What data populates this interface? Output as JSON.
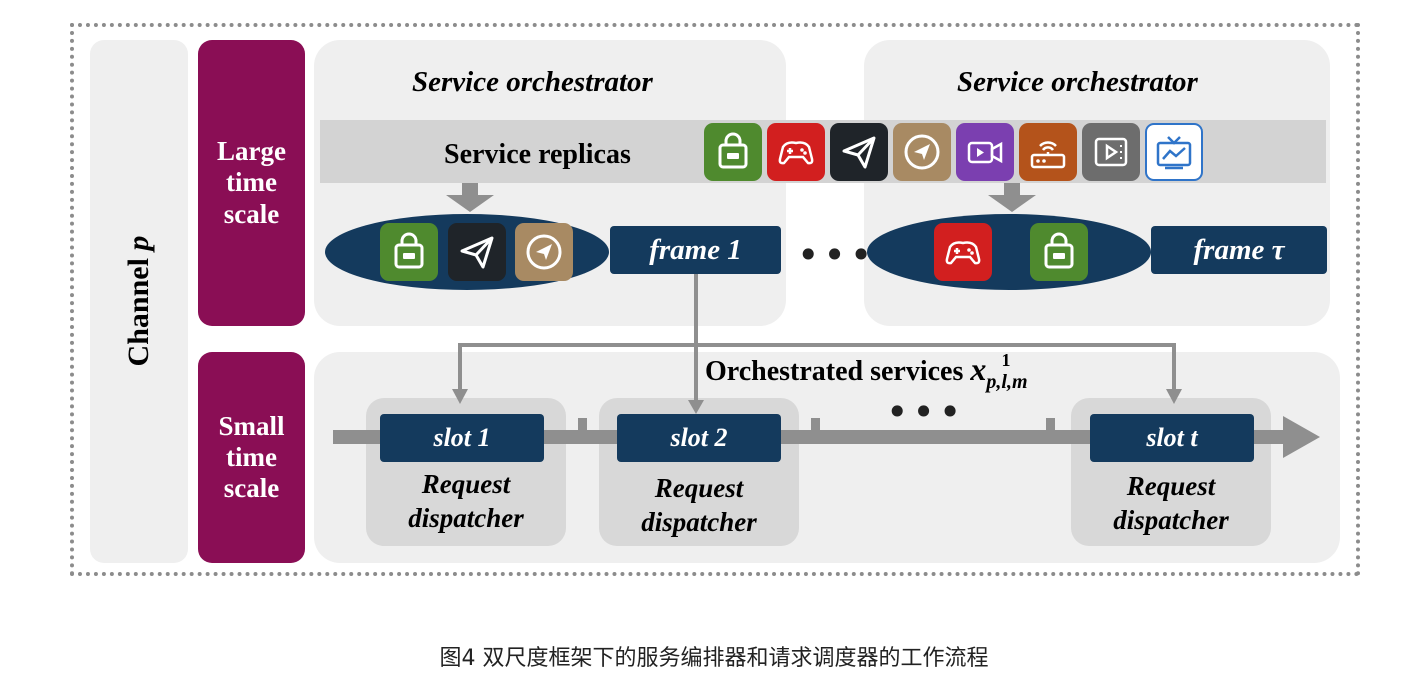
{
  "channel_label_prefix": "Channel",
  "channel_label_var": "p",
  "large_scale": {
    "line1": "Large",
    "line2": "time",
    "line3": "scale"
  },
  "small_scale": {
    "line1": "Small",
    "line2": "time",
    "line3": "scale"
  },
  "orchestrator_left_title": "Service orchestrator",
  "orchestrator_right_title": "Service orchestrator",
  "service_replicas_label": "Service replicas",
  "replica_icons": [
    {
      "name": "shopping-bag-icon",
      "color": "#4f8a2e"
    },
    {
      "name": "gamepad-icon",
      "color": "#d21f1f"
    },
    {
      "name": "paper-plane-icon",
      "color": "#1f2429"
    },
    {
      "name": "navigation-icon",
      "color": "#a88a63"
    },
    {
      "name": "video-camera-icon",
      "color": "#7b3fb0"
    },
    {
      "name": "router-icon",
      "color": "#b4531b"
    },
    {
      "name": "video-player-icon",
      "color": "#6d6d6d"
    },
    {
      "name": "tv-icon",
      "color": "#2f74c9"
    }
  ],
  "frame1_label": "frame 1",
  "frametau_label": "frame τ",
  "ellipsis": "•••",
  "orchestrated_services_text": "Orchestrated services ",
  "orchestrated_var": "x",
  "orchestrated_sup": "1",
  "orchestrated_sub": "p,l,m",
  "slots": [
    {
      "label": "slot 1",
      "dispatcher_line1": "Request",
      "dispatcher_line2": "dispatcher"
    },
    {
      "label": "slot 2",
      "dispatcher_line1": "Request",
      "dispatcher_line2": "dispatcher"
    },
    {
      "label": "slot t",
      "dispatcher_line1": "Request",
      "dispatcher_line2": "dispatcher"
    }
  ],
  "caption": "图4 双尺度框架下的服务编排器和请求调度器的工作流程",
  "colors": {
    "maroon": "#8a0e55",
    "navy": "#143a5d",
    "arrow_gray": "#8f8f8f",
    "panel": "#efefef"
  }
}
